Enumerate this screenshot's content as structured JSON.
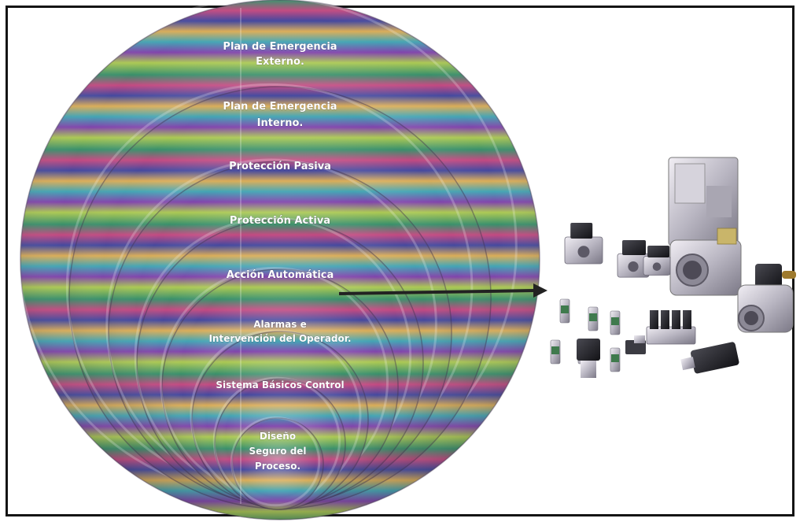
{
  "layers": [
    {
      "lines": [
        "Plan de Emergencia",
        "Externo."
      ]
    },
    {
      "lines": [
        "Plan de Emergencia",
        "Interno."
      ]
    },
    {
      "lines": [
        "Protección Pasiva"
      ]
    },
    {
      "lines": [
        "Protección Activa"
      ]
    },
    {
      "lines": [
        "Acción Automática"
      ]
    },
    {
      "lines": [
        "Alarmas e",
        "Intervención del Operador."
      ]
    },
    {
      "lines": [
        "Sistema Básicos Control"
      ]
    },
    {
      "lines": [
        "Diseño",
        "Seguro del",
        "Proceso."
      ]
    }
  ],
  "colors": {
    "frame_border": "#141414",
    "label_text": "#ffffff",
    "arrow": "#222222",
    "rainbow_stops": [
      "#2f8a63",
      "#c0407a",
      "#3a3f9a",
      "#d9a94f",
      "#39a0b0",
      "#7a3aa8",
      "#a7c64a",
      "#c24f50"
    ]
  },
  "photo": {
    "subject": "solenoid valves",
    "icon": "solenoid-valve-icon"
  }
}
